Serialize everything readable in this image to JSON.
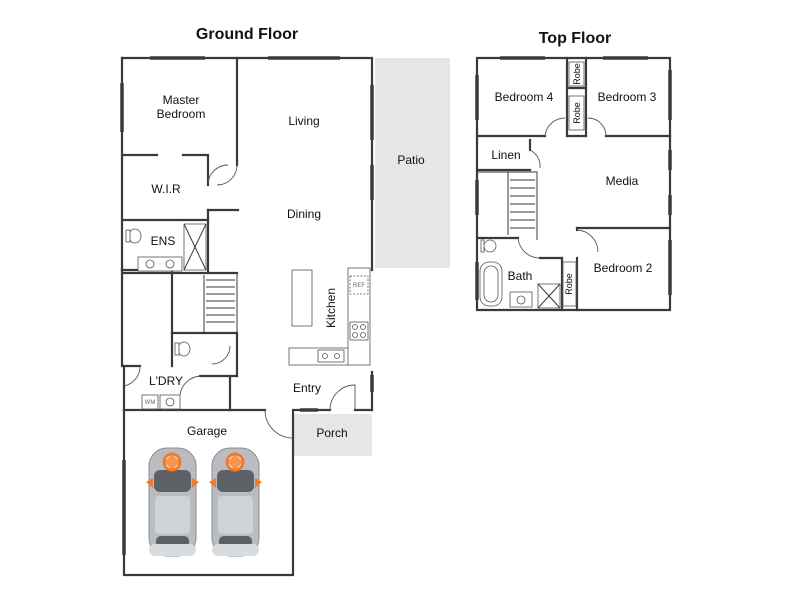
{
  "titles": {
    "ground": "Ground Floor",
    "top": "Top Floor"
  },
  "ground_rooms": {
    "master_bedroom_1": "Master",
    "master_bedroom_2": "Bedroom",
    "living": "Living",
    "patio": "Patio",
    "wir": "W.I.R",
    "dining": "Dining",
    "ens": "ENS",
    "kitchen": "Kitchen",
    "laundry": "L'DRY",
    "entry": "Entry",
    "garage": "Garage",
    "porch": "Porch"
  },
  "top_rooms": {
    "bedroom4": "Bedroom 4",
    "bedroom3": "Bedroom 3",
    "robe_a": "Robe",
    "robe_b": "Robe",
    "robe_c": "Robe",
    "linen": "Linen",
    "media": "Media",
    "bath": "Bath",
    "bedroom2": "Bedroom 2"
  },
  "fixtures": {
    "fridge": "REF",
    "washer": "WM"
  },
  "colors": {
    "wall": "#3a3a3a",
    "outdoor": "#e6e6e6",
    "car_body": "#b9bcc0",
    "car_marker": "#f07a2a"
  }
}
